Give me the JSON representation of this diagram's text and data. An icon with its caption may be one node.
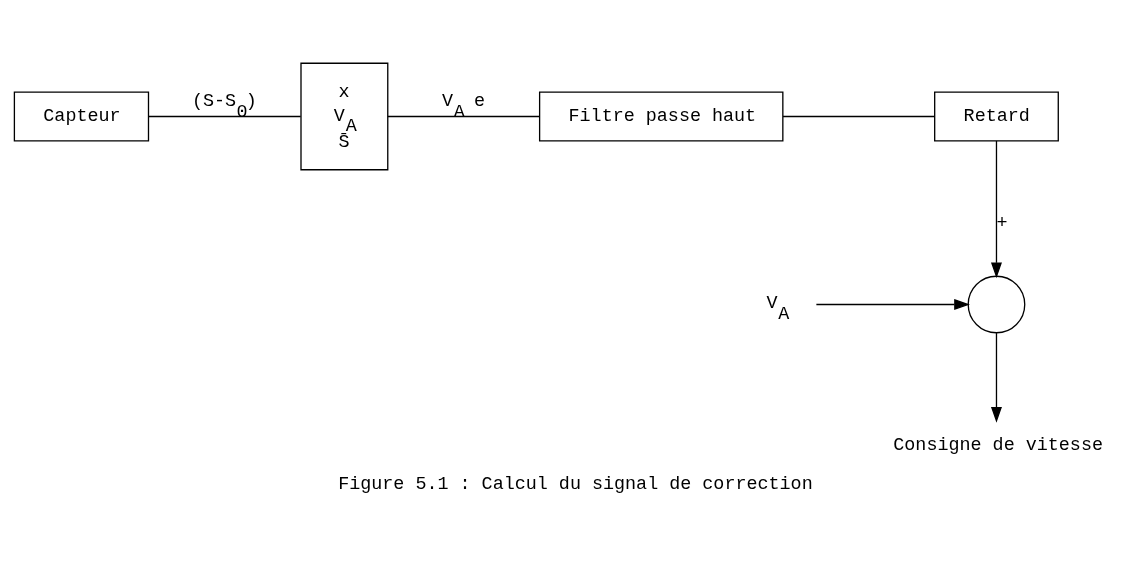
{
  "diagram": {
    "caption": "Figure 5.1 : Calcul du signal de correction",
    "nodes": [
      {
        "text": [
          "Capteur"
        ]
      },
      {
        "text": [
          "x",
          "V$_{A}$",
          "S̄"
        ]
      },
      {
        "text": [
          "Filtre passe haut"
        ]
      },
      {
        "text": [
          "Retard"
        ]
      },
      {
        "text": [],
        "shape": "circle"
      },
      {
        "text": [
          "V$_{A}$"
        ]
      },
      {
        "text": [
          "Consigne de vitesse"
        ]
      }
    ],
    "edges": [
      {
        "from": 0,
        "to": 1,
        "arrow": "none",
        "label": "(S-S$_{0}$)"
      },
      {
        "from": 1,
        "to": 2,
        "arrow": "none",
        "label": "V$_{A}$ e"
      },
      {
        "from": 2,
        "to": 3,
        "arrow": "none"
      },
      {
        "from": 3,
        "to": 4,
        "arrow": "to",
        "label": "+"
      },
      {
        "from": 5,
        "to": 4,
        "arrow": "to"
      },
      {
        "from": 4,
        "to": 6,
        "arrow": "to"
      }
    ]
  }
}
